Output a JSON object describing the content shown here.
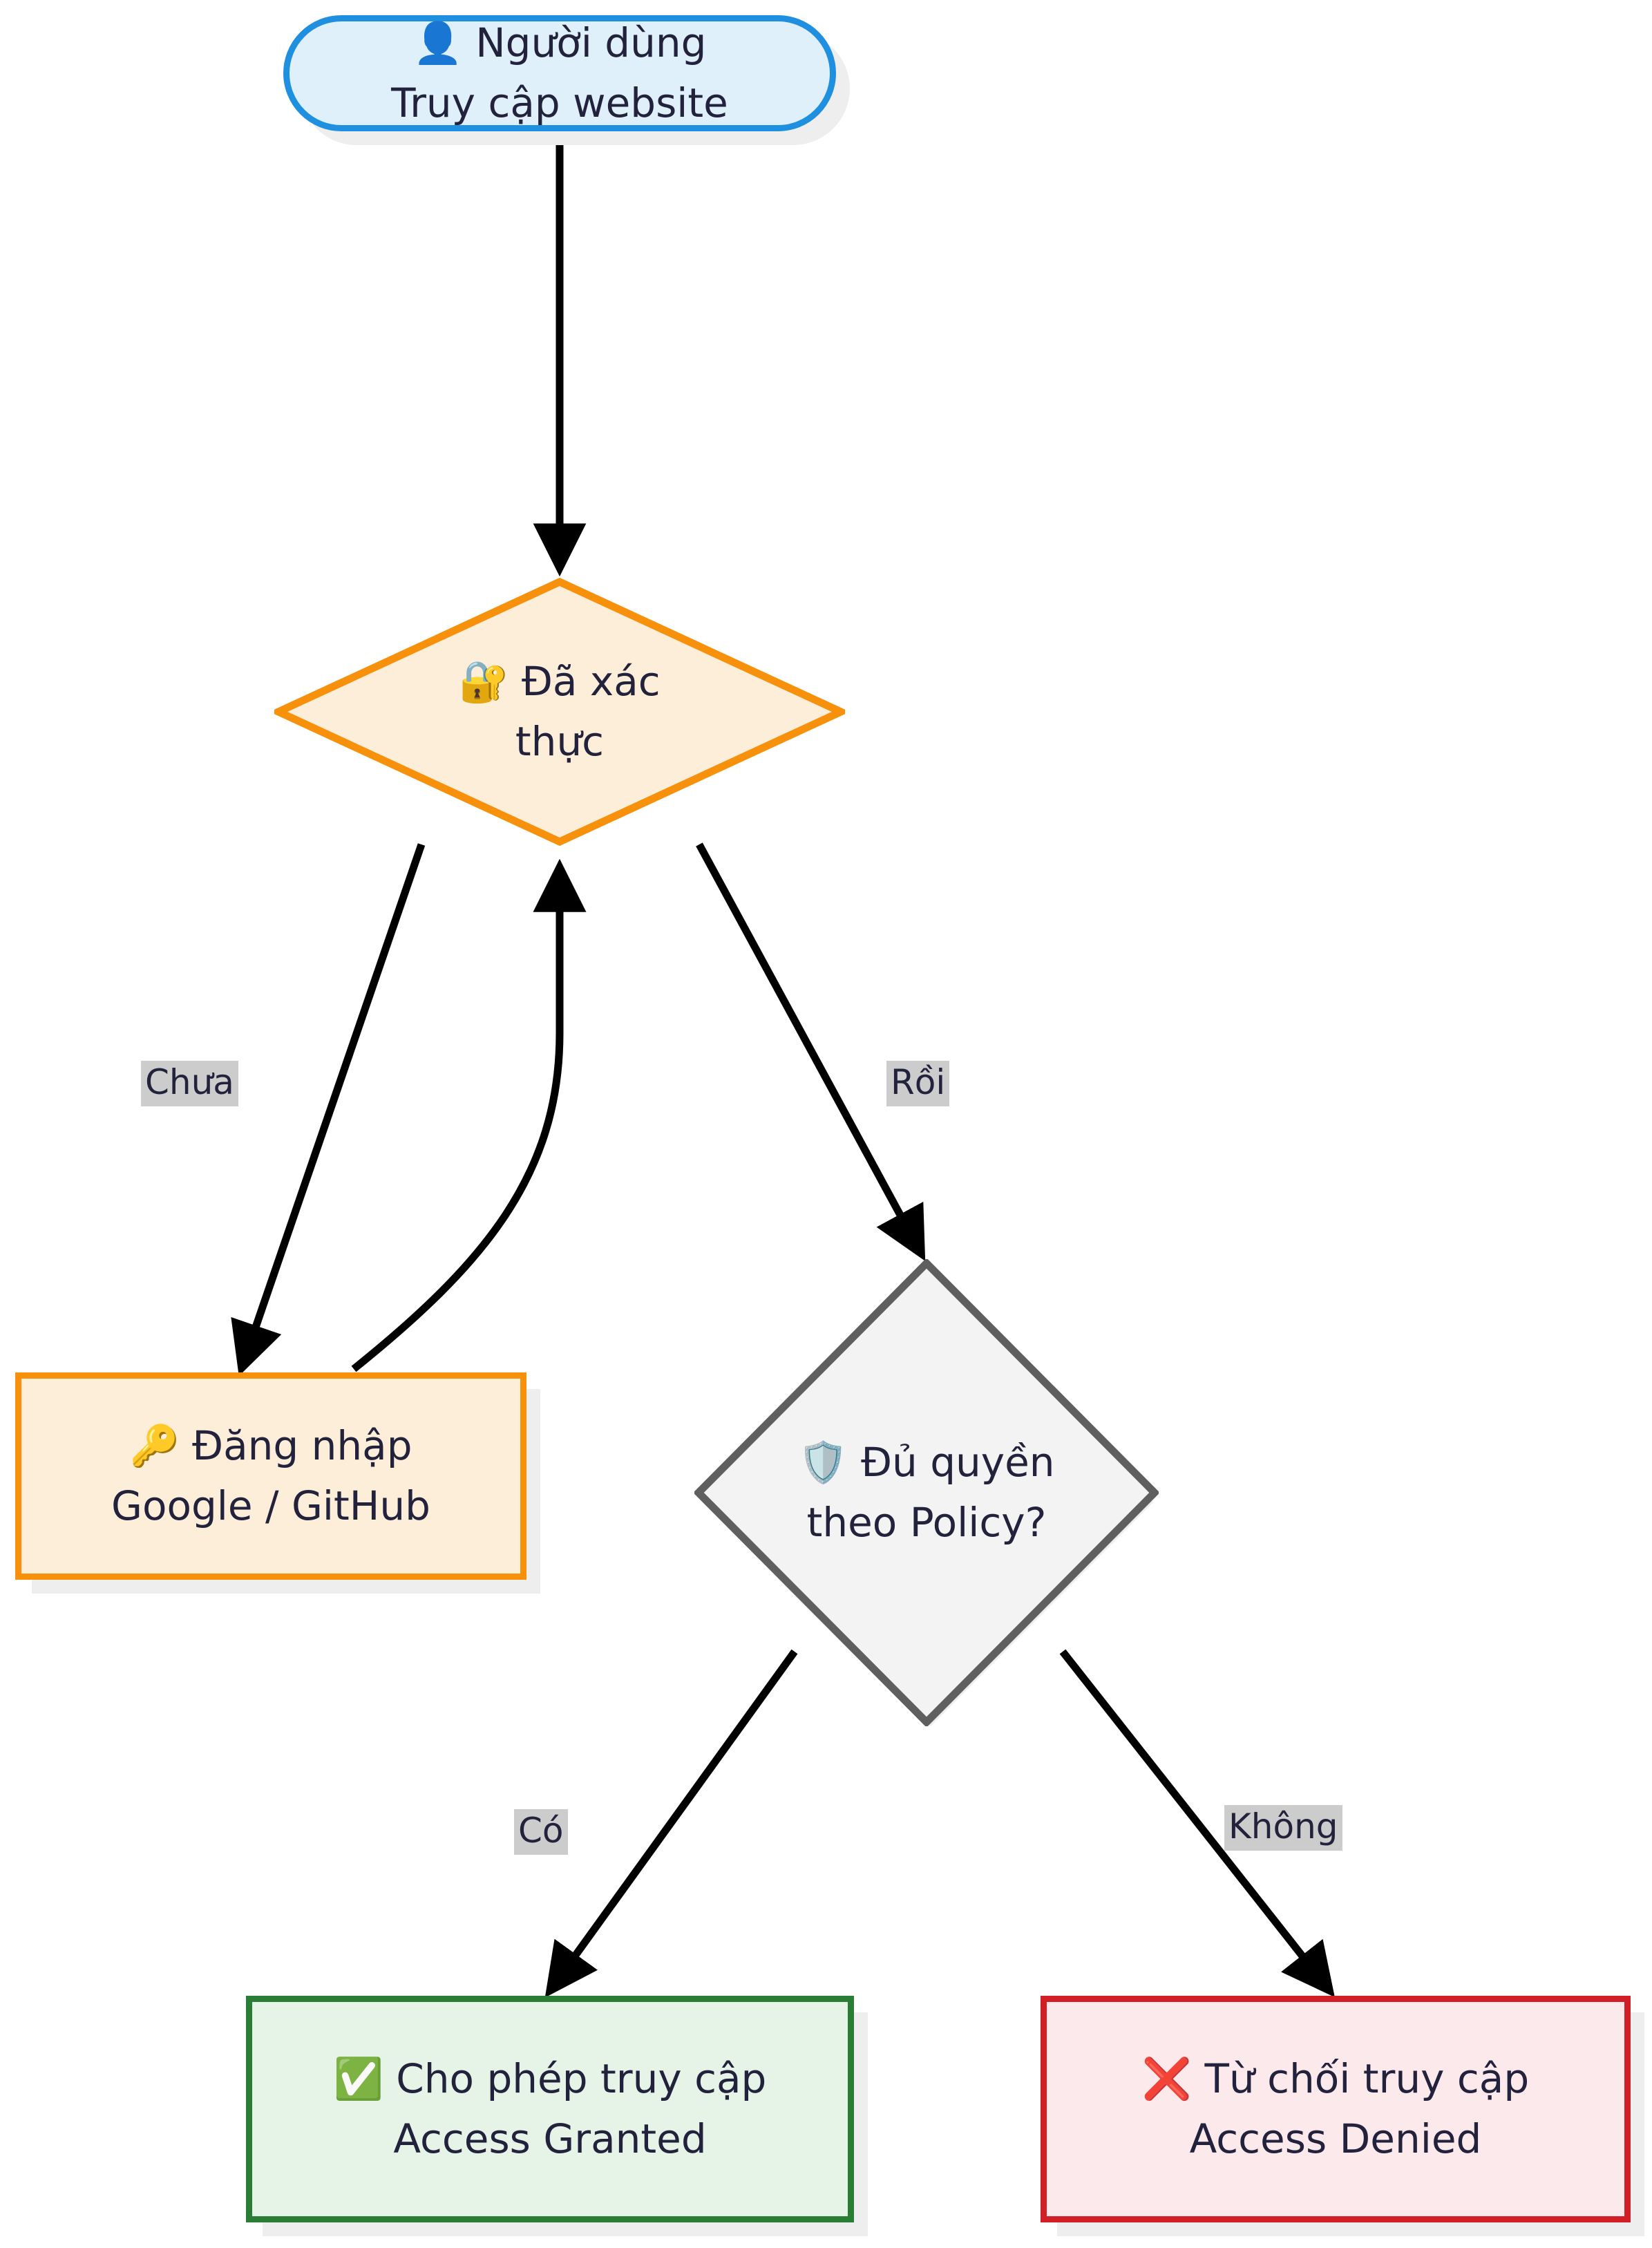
{
  "diagram": {
    "type": "flowchart",
    "direction": "top-down",
    "title": "Website access authentication & authorization flow",
    "nodes": [
      {
        "id": "start",
        "shape": "stadium",
        "icon": "user-icon",
        "icon_glyph": "👤",
        "text": "👤 Người dùng\nTruy cập website",
        "line1": "👤 Người dùng",
        "line2": "Truy cập website",
        "border_color": "#1f8fe0",
        "fill_color": "#dff0fb"
      },
      {
        "id": "auth",
        "shape": "diamond",
        "icon": "locked-with-key-icon",
        "icon_glyph": "🔐",
        "text": "🔐 Đã xác thực",
        "line1": "🔐 Đã xác",
        "line2": "thực",
        "border_color": "#f7900a",
        "fill_color": "#fdeed9"
      },
      {
        "id": "login",
        "shape": "rectangle",
        "icon": "key-icon",
        "icon_glyph": "🔑",
        "text": "🔑 Đăng nhập\nGoogle / GitHub",
        "line1": "🔑 Đăng nhập",
        "line2": "Google / GitHub",
        "border_color": "#f7900a",
        "fill_color": "#fdeed9"
      },
      {
        "id": "policy",
        "shape": "diamond",
        "icon": "shield-icon",
        "icon_glyph": "🛡️",
        "text": "🛡️ Đủ quyền theo Policy?",
        "line1": "🛡️ Đủ quyền",
        "line2": "theo Policy?",
        "border_color": "#5f5f5f",
        "fill_color": "#f3f3f3"
      },
      {
        "id": "granted",
        "shape": "rectangle",
        "icon": "check-mark-button-icon",
        "icon_glyph": "✅",
        "text": "✅ Cho phép truy cập\nAccess Granted",
        "line1": "✅ Cho phép truy cập",
        "line2": "Access Granted",
        "border_color": "#2a7d35",
        "fill_color": "#e5f4e7"
      },
      {
        "id": "denied",
        "shape": "rectangle",
        "icon": "cross-mark-icon",
        "icon_glyph": "❌",
        "text": "❌ Từ chối truy cập\nAccess Denied",
        "line1": "❌ Từ chối truy cập",
        "line2": "Access Denied",
        "border_color": "#d21f26",
        "fill_color": "#fce9ec"
      }
    ],
    "edges": [
      {
        "id": "e1",
        "from": "start",
        "to": "auth",
        "label": ""
      },
      {
        "id": "e2",
        "from": "auth",
        "to": "login",
        "label": "Chưa"
      },
      {
        "id": "e3",
        "from": "login",
        "to": "auth",
        "label": ""
      },
      {
        "id": "e4",
        "from": "auth",
        "to": "policy",
        "label": "Rồi"
      },
      {
        "id": "e5",
        "from": "policy",
        "to": "granted",
        "label": "Có"
      },
      {
        "id": "e6",
        "from": "policy",
        "to": "denied",
        "label": "Không"
      }
    ],
    "edge_label_bg": "#cccccc",
    "edge_color": "#000000",
    "shadow_color": "#eeeeef",
    "text_color": "#23223c",
    "background": "#ffffff"
  }
}
